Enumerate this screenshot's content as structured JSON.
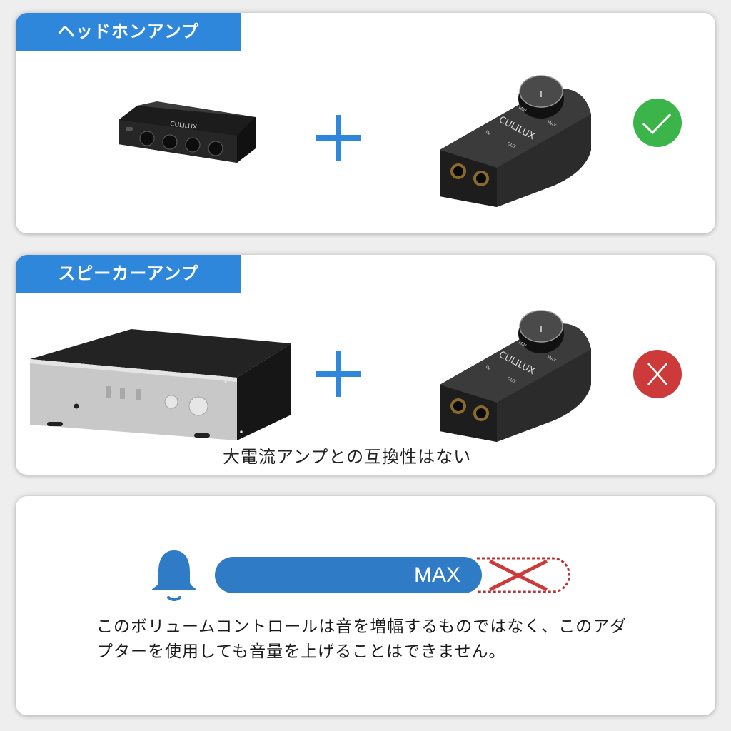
{
  "panels": [
    {
      "tab_label": "ヘッドホンアンプ",
      "left_product": "4-channel headphone splitter",
      "left_brand": "CULILUX",
      "right_product": "volume control adapter",
      "right_brand": "CULILUX",
      "right_labels": {
        "min": "MIN",
        "max": "MAX",
        "in": "IN",
        "out": "OUT"
      },
      "status": "compatible",
      "status_color": "#3bb54a"
    },
    {
      "tab_label": "スピーカーアンプ",
      "left_product": "speaker amplifier",
      "right_product": "volume control adapter",
      "right_brand": "CULILUX",
      "right_labels": {
        "min": "MIN",
        "max": "MAX",
        "in": "IN",
        "out": "OUT"
      },
      "caption": "大電流アンプとの互換性はない",
      "status": "incompatible",
      "status_color": "#cc3a3a"
    },
    {
      "bar_label": "MAX",
      "note_line1": "このボリュームコントロールは音を増幅するものではなく、このアダ",
      "note_line2": "プターを使用しても音量を上げることはできません。"
    }
  ],
  "colors": {
    "accent": "#2f87dc",
    "bar": "#2f7bc6",
    "check": "#3bb54a",
    "cross": "#cc3a3a"
  }
}
